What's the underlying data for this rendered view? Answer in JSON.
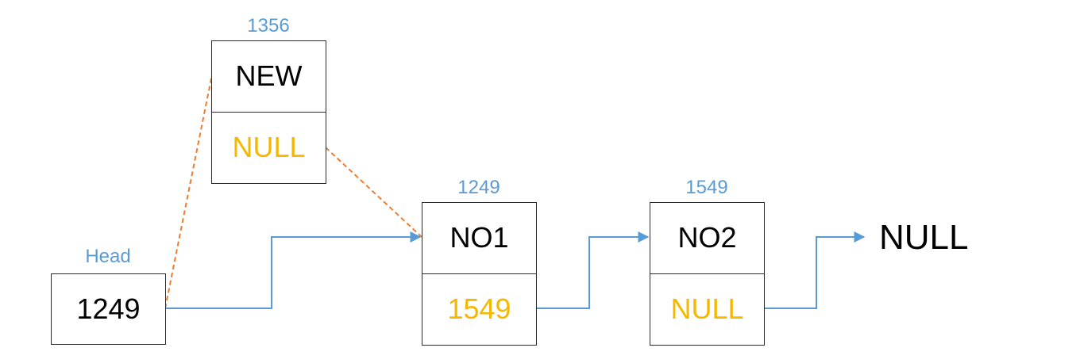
{
  "diagram": {
    "head": {
      "label": "Head",
      "value": "1249"
    },
    "new_node": {
      "address": "1356",
      "data": "NEW",
      "next": "NULL"
    },
    "nodes": [
      {
        "address": "1249",
        "data": "NO1",
        "next": "1549"
      },
      {
        "address": "1549",
        "data": "NO2",
        "next": "NULL"
      }
    ],
    "terminal": "NULL",
    "colors": {
      "address_label": "#5b9bd5",
      "pointer_value": "#f5b800",
      "link_arrow": "#5b9bd5",
      "new_link_dashed": "#ed7d31",
      "border": "#2b2b2b"
    }
  }
}
